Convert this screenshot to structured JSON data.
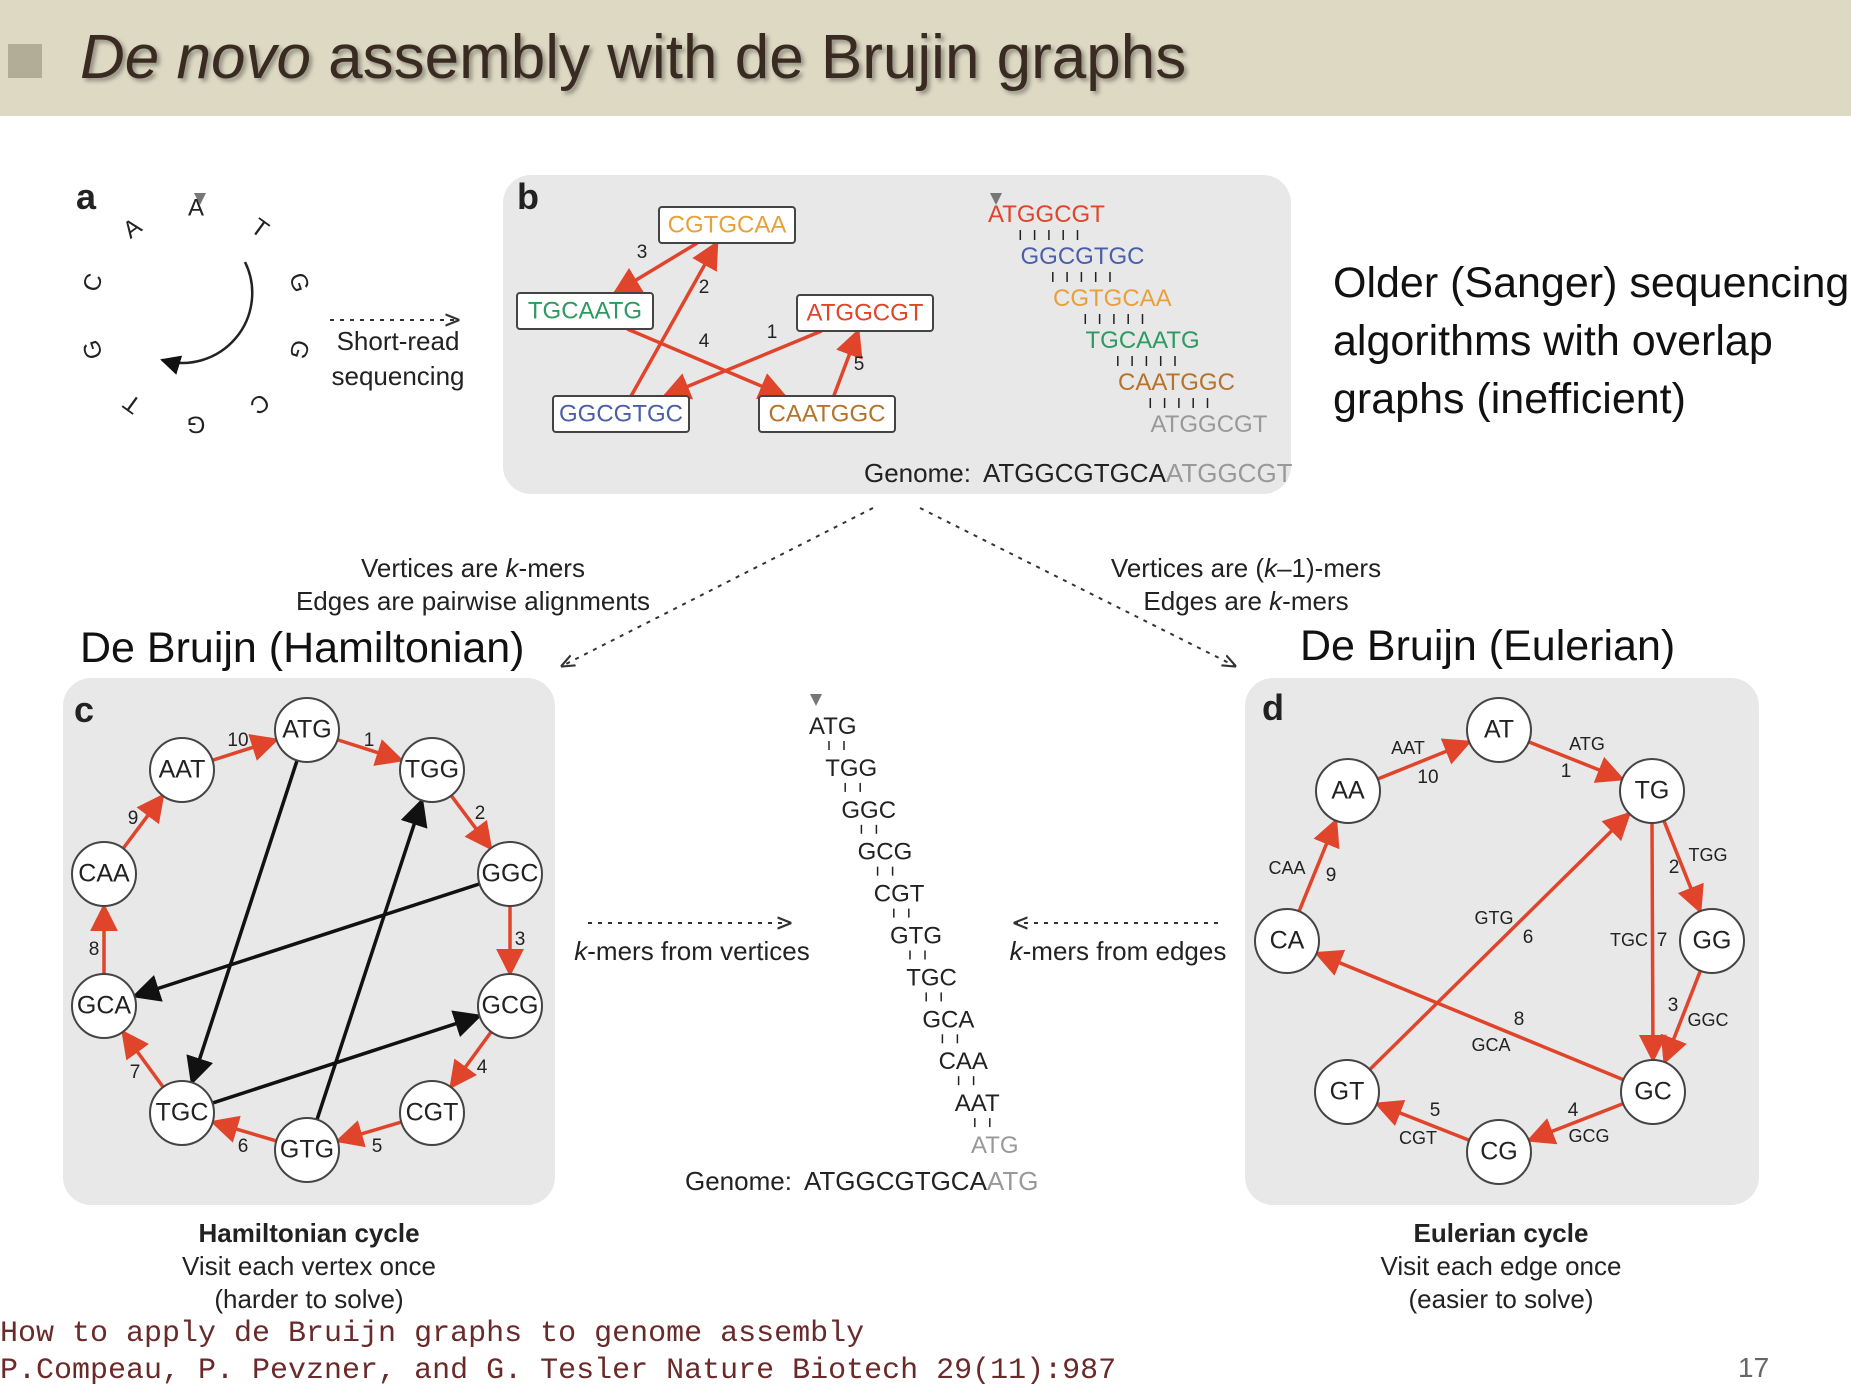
{
  "slide": {
    "title_italic": "De novo",
    "title_rest": " assembly with de Brujin graphs",
    "page_number": "17",
    "citation_line1": "How to apply de Bruijn graphs to genome assembly",
    "citation_line2": "P.Compeau, P. Pevzner, and G. Tesler Nature Biotech 29(11):987",
    "sanger_note": "Older (Sanger) sequencing\nalgorithms with overlap\ngraphs (inefficient)",
    "hamilton_heading": "De Bruijn (Hamiltonian)",
    "euler_heading": "De Bruijn (Eulerian)"
  },
  "colors": {
    "title_bar": "#ddd9c3",
    "panel_bg": "#e8e8e8",
    "edge_red": "#e0442b",
    "edge_black": "#111111",
    "kmer_red": "#e0442b",
    "kmer_blue": "#4a5fa8",
    "kmer_orange": "#e8a03a",
    "kmer_green": "#2e9960",
    "kmer_brown": "#b5732c",
    "kmer_gray": "#999999"
  },
  "panel_a": {
    "label": "a",
    "circle_letters": [
      "A",
      "T",
      "G",
      "G",
      "C",
      "G",
      "T",
      "G",
      "C",
      "A"
    ],
    "arrow_text_line1": "Short-read",
    "arrow_text_line2": "sequencing"
  },
  "panel_b": {
    "label": "b",
    "nodes": [
      {
        "id": "CGTGCAA",
        "color": "#e8a03a"
      },
      {
        "id": "TGCAATG",
        "color": "#2e9960"
      },
      {
        "id": "ATGGCGT",
        "color": "#e0442b"
      },
      {
        "id": "GGCGTGC",
        "color": "#4a5fa8"
      },
      {
        "id": "CAATGGC",
        "color": "#b5732c"
      }
    ],
    "edges": [
      {
        "from": "ATGGCGT",
        "to": "GGCGTGC",
        "label": "1"
      },
      {
        "from": "GGCGTGC",
        "to": "CGTGCAA",
        "label": "2"
      },
      {
        "from": "CGTGCAA",
        "to": "TGCAATG",
        "label": "3"
      },
      {
        "from": "TGCAATG",
        "to": "CAATGGC",
        "label": "4"
      },
      {
        "from": "CAATGGC",
        "to": "ATGGCGT",
        "label": "5"
      }
    ],
    "alignment": [
      {
        "text": "ATGGCGT",
        "color": "#e0442b"
      },
      {
        "text": "GGCGTGC",
        "color": "#4a5fa8"
      },
      {
        "text": "CGTGCAA",
        "color": "#e8a03a"
      },
      {
        "text": "TGCAATG",
        "color": "#2e9960"
      },
      {
        "text": "CAATGGC",
        "color": "#b5732c"
      },
      {
        "text": "ATGGCGT",
        "color": "#999999"
      }
    ],
    "genome_label": "Genome:",
    "genome_main": "ATGGCGTGCA",
    "genome_tail": "ATGGCGT"
  },
  "branch_left": {
    "line1_pre": "Vertices are ",
    "line1_italic": "k",
    "line1_post": "-mers",
    "line2": "Edges are pairwise alignments"
  },
  "branch_right": {
    "line1_pre": "Vertices are (",
    "line1_italic": "k",
    "line1_post": "–1)-mers",
    "line2_pre": "Edges are ",
    "line2_italic": "k",
    "line2_post": "-mers"
  },
  "panel_c": {
    "label": "c",
    "nodes": [
      "ATG",
      "TGG",
      "GGC",
      "GCG",
      "CGT",
      "GTG",
      "TGC",
      "GCA",
      "CAA",
      "AAT"
    ],
    "cycle_edges": [
      {
        "from": "ATG",
        "to": "TGG",
        "label": "1"
      },
      {
        "from": "TGG",
        "to": "GGC",
        "label": "2"
      },
      {
        "from": "GGC",
        "to": "GCG",
        "label": "3"
      },
      {
        "from": "GCG",
        "to": "CGT",
        "label": "4"
      },
      {
        "from": "CGT",
        "to": "GTG",
        "label": "5"
      },
      {
        "from": "GTG",
        "to": "TGC",
        "label": "6"
      },
      {
        "from": "TGC",
        "to": "GCA",
        "label": "7"
      },
      {
        "from": "GCA",
        "to": "CAA",
        "label": "8"
      },
      {
        "from": "CAA",
        "to": "AAT",
        "label": "9"
      },
      {
        "from": "AAT",
        "to": "ATG",
        "label": "10"
      }
    ],
    "extra_edges": [
      {
        "from": "ATG",
        "to": "TGC"
      },
      {
        "from": "GTG",
        "to": "TGG"
      },
      {
        "from": "GGC",
        "to": "GCA"
      },
      {
        "from": "TGC",
        "to": "GCG"
      }
    ],
    "caption_bold": "Hamiltonian cycle",
    "caption_line2": "Visit each vertex once",
    "caption_line3": "(harder to solve)"
  },
  "panel_d": {
    "label": "d",
    "nodes": [
      "AT",
      "TG",
      "GG",
      "GC",
      "CG",
      "GT",
      "CA",
      "AA"
    ],
    "edges": [
      {
        "from": "AT",
        "to": "TG",
        "num": "1",
        "kmer": "ATG"
      },
      {
        "from": "TG",
        "to": "GG",
        "num": "2",
        "kmer": "TGG"
      },
      {
        "from": "GG",
        "to": "GC",
        "num": "3",
        "kmer": "GGC"
      },
      {
        "from": "GC",
        "to": "CG",
        "num": "4",
        "kmer": "GCG"
      },
      {
        "from": "CG",
        "to": "GT",
        "num": "5",
        "kmer": "CGT"
      },
      {
        "from": "GT",
        "to": "TG",
        "num": "6",
        "kmer": "GTG"
      },
      {
        "from": "TG",
        "to": "GC",
        "num": "7",
        "kmer": "TGC"
      },
      {
        "from": "GC",
        "to": "CA",
        "num": "8",
        "kmer": "GCA"
      },
      {
        "from": "CA",
        "to": "AA",
        "num": "9",
        "kmer": "CAA"
      },
      {
        "from": "AA",
        "to": "AT",
        "num": "10",
        "kmer": "AAT"
      }
    ],
    "caption_bold": "Eulerian cycle",
    "caption_line2": "Visit each edge once",
    "caption_line3": "(easier to solve)"
  },
  "center": {
    "left_arrow_italic": "k",
    "left_arrow_text": "-mers from vertices",
    "right_arrow_italic": "k",
    "right_arrow_text": "-mers from edges",
    "kmers": [
      "ATG",
      "TGG",
      "GGC",
      "GCG",
      "CGT",
      "GTG",
      "TGC",
      "GCA",
      "CAA",
      "AAT",
      "ATG"
    ],
    "genome_label": "Genome:",
    "genome_main": "ATGGCGTGCA",
    "genome_tail": "ATG"
  }
}
